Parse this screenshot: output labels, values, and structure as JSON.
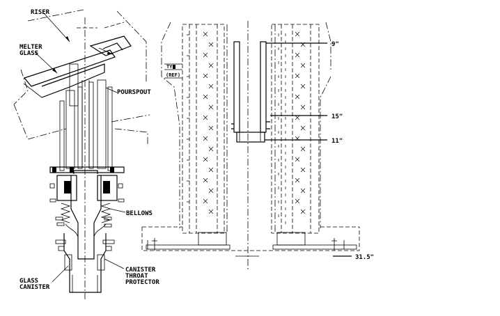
{
  "left_view": {
    "labels": {
      "riser": "RISER",
      "melter_glass_1": "MELTER",
      "melter_glass_2": "GLASS",
      "pourspout": "POURSPOUT",
      "bellows": "BELLOWS",
      "canister_throat_protector_1": "CANISTER",
      "canister_throat_protector_2": "THROAT",
      "canister_throat_protector_3": "PROTECTOR",
      "glass_canister_1": "GLASS",
      "glass_canister_2": "CANISTER"
    }
  },
  "right_view": {
    "labels": {
      "typ": "TYP",
      "ref": "(REF)",
      "dim_9": "9\"",
      "dim_15": "15\"",
      "dim_11": "11\"",
      "dim_31_5": "31.5\""
    }
  }
}
